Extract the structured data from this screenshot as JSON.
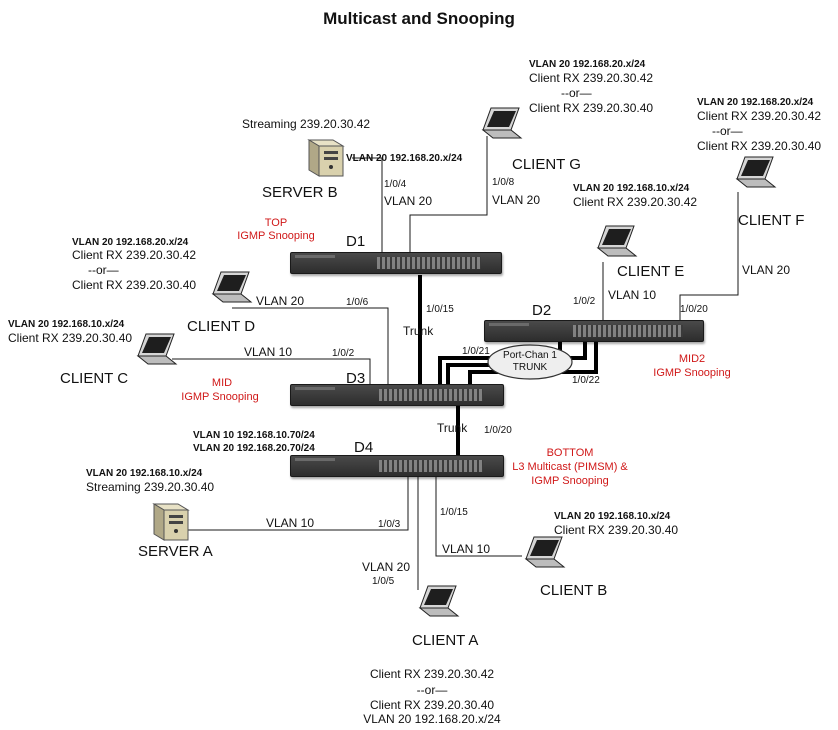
{
  "title": "Multicast and Snooping",
  "colors": {
    "line": "#1a1a1a",
    "trunk": "#000000",
    "switch_body": "#3a3a3a",
    "accent_red": "#d01818"
  },
  "devices": {
    "d1": {
      "name": "D1",
      "role": "TOP",
      "feature": "IGMP Snooping"
    },
    "d2": {
      "name": "D2",
      "role": "MID2",
      "feature": "IGMP Snooping"
    },
    "d3": {
      "name": "D3",
      "role": "MID",
      "feature": "IGMP Snooping"
    },
    "d4": {
      "name": "D4",
      "role": "BOTTOM",
      "feature_line1": "L3 Multicast (PIMSM) &",
      "feature_line2": "IGMP Snooping",
      "ip1": "VLAN 10  192.168.10.70/24",
      "ip2": "VLAN 20  192.168.20.70/24"
    }
  },
  "server_b": {
    "name": "SERVER B",
    "stream": "Streaming 239.20.30.42",
    "vlan_ip": "VLAN 20 192.168.20.x/24",
    "port": "1/0/4",
    "vlan": "VLAN 20"
  },
  "server_a": {
    "name": "SERVER A",
    "vlan_ip": "VLAN 20 192.168.10.x/24",
    "stream": "Streaming 239.20.30.40",
    "vlan": "VLAN 10",
    "port": "1/0/3"
  },
  "client_g": {
    "name": "CLIENT G",
    "vlan_ip": "VLAN 20 192.168.20.x/24",
    "rx1": "Client RX 239.20.30.42",
    "or": "--or—",
    "rx2": "Client RX 239.20.30.40",
    "port": "1/0/8",
    "vlan": "VLAN 20"
  },
  "client_f": {
    "name": "CLIENT F",
    "vlan_ip": "VLAN 20 192.168.20.x/24",
    "rx1": "Client RX 239.20.30.42",
    "or": "--or—",
    "rx2": "Client RX 239.20.30.40",
    "vlan": "VLAN 20",
    "port": "1/0/20"
  },
  "client_e": {
    "name": "CLIENT E",
    "vlan_ip": "VLAN 20 192.168.10.x/24",
    "rx": "Client RX 239.20.30.42",
    "port": "1/0/2",
    "vlan": "VLAN 10"
  },
  "client_d": {
    "name": "CLIENT D",
    "vlan_ip": "VLAN 20 192.168.20.x/24",
    "rx1": "Client RX 239.20.30.42",
    "or": "--or—",
    "rx2": "Client RX 239.20.30.40",
    "vlan": "VLAN 20",
    "port": "1/0/6"
  },
  "client_c": {
    "name": "CLIENT C",
    "vlan_ip": "VLAN 20 192.168.10.x/24",
    "rx": "Client RX 239.20.30.40",
    "vlan": "VLAN 10",
    "port": "1/0/2"
  },
  "client_b": {
    "name": "CLIENT B",
    "vlan_ip": "VLAN 20 192.168.10.x/24",
    "rx": "Client RX 239.20.30.40",
    "port": "1/0/15",
    "vlan": "VLAN 10"
  },
  "client_a": {
    "name": "CLIENT A",
    "vlan": "VLAN 20",
    "port": "1/0/5",
    "rx1": "Client RX 239.20.30.42",
    "or": "--or—",
    "rx2": "Client RX 239.20.30.40",
    "vlan_ip": "VLAN 20 192.168.20.x/24"
  },
  "links": {
    "trunk_d1_d3": {
      "label": "Trunk",
      "port": "1/0/15"
    },
    "trunk_d3_d4": {
      "label": "Trunk",
      "port": "1/0/20"
    },
    "port_channel": {
      "label1": "Port-Chan 1",
      "label2": "TRUNK",
      "port_a": "1/0/21",
      "port_b": "1/0/22"
    }
  }
}
